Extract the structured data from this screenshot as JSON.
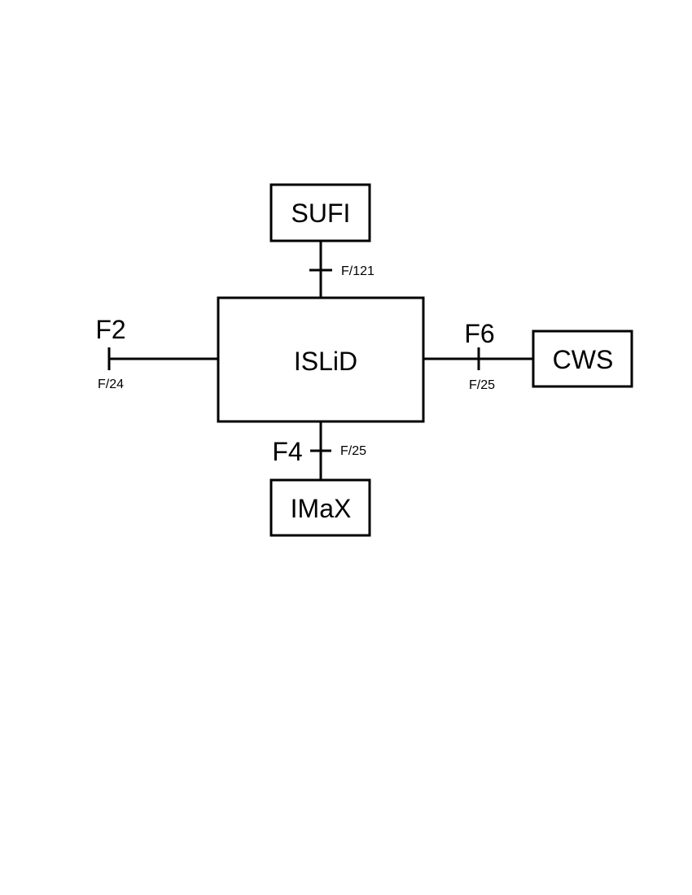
{
  "blocks": {
    "center": "ISLiD",
    "top": "SUFI",
    "right": "CWS",
    "bottom": "IMaX"
  },
  "ports": {
    "left": "F2",
    "right": "F6",
    "bottom": "F4"
  },
  "connectors": {
    "top": "F/121",
    "left": "F/24",
    "right": "F/25",
    "bottom": "F/25"
  }
}
